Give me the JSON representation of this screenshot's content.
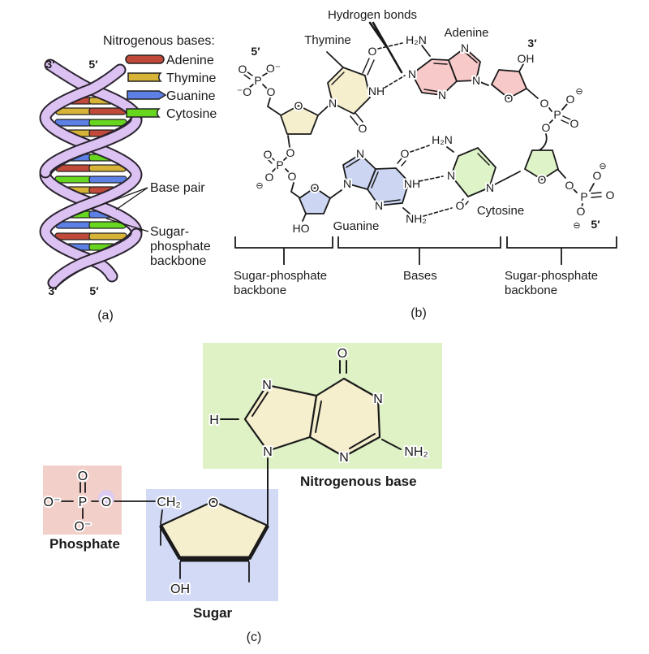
{
  "panel_a": {
    "caption": "(a)",
    "ends": {
      "top_left": "3′",
      "top_right": "5′",
      "bottom_left": "3′",
      "bottom_right": "5′"
    },
    "legend": {
      "title": "Nitrogenous bases:",
      "items": [
        {
          "base": "Adenine",
          "shape": "pill"
        },
        {
          "base": "Thymine",
          "shape": "socket"
        },
        {
          "base": "Guanine",
          "shape": "arrow"
        },
        {
          "base": "Cytosine",
          "shape": "socket"
        }
      ]
    },
    "base_colors": {
      "A": "#c0493a",
      "T": "#d7b337",
      "G": "#5c80e6",
      "C": "#67d61f"
    },
    "helix": {
      "ribbon_color": "#dcc2f2",
      "rung_pairs": [
        [
          "A",
          "T"
        ],
        [
          "T",
          "A"
        ],
        [
          "G",
          "C"
        ],
        [
          "T",
          "A"
        ],
        [
          "G",
          "C"
        ],
        [
          "A",
          "T"
        ],
        [
          "C",
          "G"
        ],
        [
          "T",
          "A"
        ],
        [
          "C",
          "G"
        ],
        [
          "G",
          "C"
        ],
        [
          "A",
          "T"
        ],
        [
          "G",
          "C"
        ]
      ]
    },
    "labels": {
      "base_pair": "Base pair",
      "backbone_line1": "Sugar-",
      "backbone_line2": "phosphate",
      "backbone_line3": "backbone"
    }
  },
  "panel_b": {
    "caption": "(b)",
    "hydrogen_bonds_label": "Hydrogen bonds",
    "primes": {
      "thymine_5": "5′",
      "adenine_3": "3′",
      "cytosine_5": "5′"
    },
    "molecules": {
      "thymine": {
        "name": "Thymine",
        "fill": "#f5efce"
      },
      "adenine": {
        "name": "Adenine",
        "fill": "#f8c9c9",
        "amine": "H₂N"
      },
      "guanine": {
        "name": "Guanine",
        "fill": "#ccd6f2",
        "amine": "NH₂"
      },
      "cytosine": {
        "name": "Cytosine",
        "fill": "#def3c8",
        "amine": "H₂N"
      }
    },
    "atoms": {
      "n": "N",
      "nh": "NH",
      "o": "O",
      "oh": "OH",
      "ho": "HO",
      "p": "P",
      "o_minus": "O⁻",
      "minus_o": "⁻O",
      "minus_circle": "⊖"
    },
    "brackets": {
      "left_line1": "Sugar-phosphate",
      "left_line2": "backbone",
      "middle": "Bases",
      "right_line1": "Sugar-phosphate",
      "right_line2": "backbone"
    }
  },
  "panel_c": {
    "caption": "(c)",
    "boxes": {
      "phosphate": {
        "title": "Phosphate",
        "color": "#f2cfc9"
      },
      "sugar": {
        "title": "Sugar",
        "color": "#d3daf6"
      },
      "base": {
        "title": "Nitrogenous base",
        "color": "#def2c6"
      }
    },
    "ring_fill": "#f5efce",
    "highlight_o_color": "#dcccf2",
    "atoms": {
      "o": "O",
      "o_minus": "O⁻",
      "p": "P",
      "ch2": "CH₂",
      "oh": "OH",
      "h": "H",
      "n": "N",
      "nh2": "NH₂"
    }
  }
}
